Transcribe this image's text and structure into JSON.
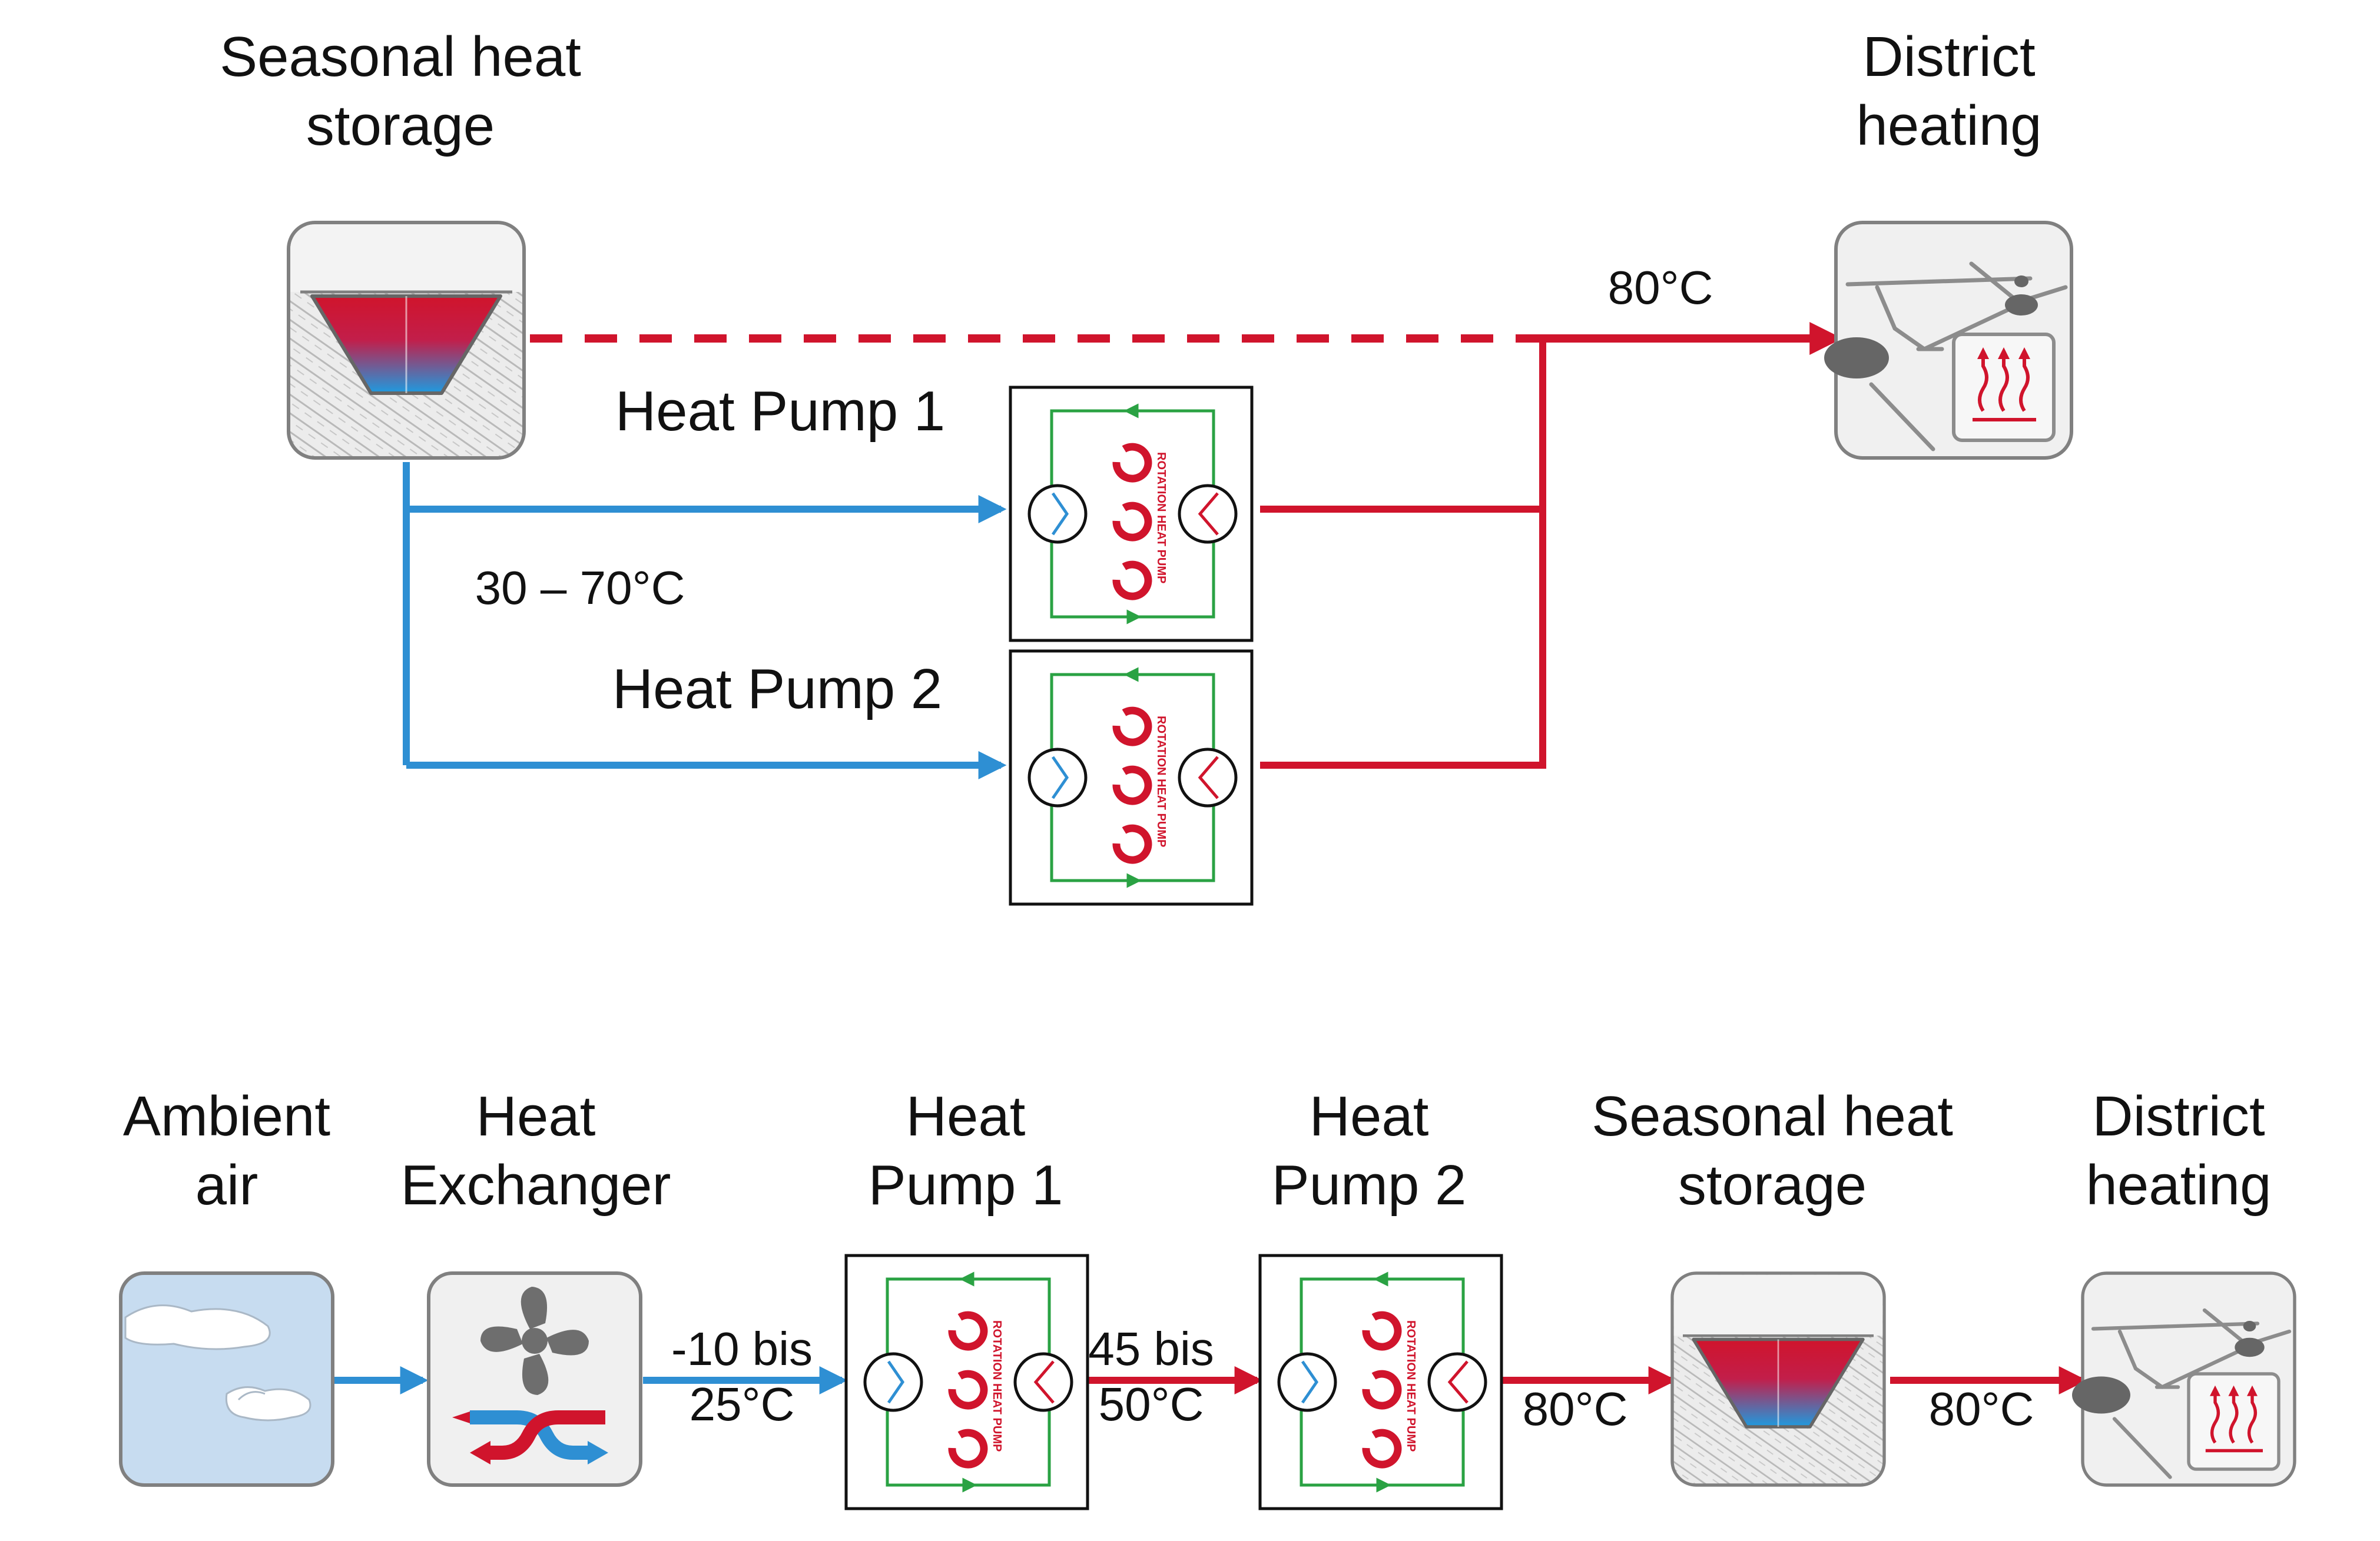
{
  "top": {
    "storage_label": [
      "Seasonal heat",
      "storage"
    ],
    "district_label": [
      "District",
      "heating"
    ],
    "hp1_label": "Heat Pump 1",
    "hp2_label": "Heat Pump 2",
    "temp_in": "30 – 70°C",
    "temp_out": "80°C"
  },
  "bottom": {
    "ambient_label": [
      "Ambient",
      "air"
    ],
    "hx_label": [
      "Heat",
      "Exchanger"
    ],
    "hp1_label": [
      "Heat",
      "Pump 1"
    ],
    "hp2_label": [
      "Heat",
      "Pump 2"
    ],
    "storage_label": [
      "Seasonal heat",
      "storage"
    ],
    "district_label": [
      "District",
      "heating"
    ],
    "temp_hx_hp1": [
      "-10 bis",
      "25°C"
    ],
    "temp_hp1_hp2": [
      "45 bis",
      "50°C"
    ],
    "temp_hp2_storage": "80°C",
    "temp_storage_district": "80°C"
  },
  "pump_inner_text": "ROTATION HEAT PUMP",
  "colors": {
    "cold": "#2e8fd3",
    "hot": "#d0142c",
    "cycle": "#2aa243",
    "icon_bg": "#f0f0f0",
    "icon_border": "#808080"
  }
}
